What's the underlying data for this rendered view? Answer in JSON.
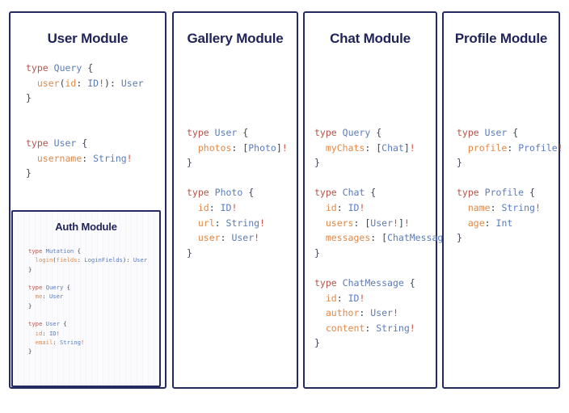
{
  "canvas": {
    "background": "#ffffff",
    "border_color": "#262a63",
    "title_color": "#1f2358"
  },
  "syntax_colors": {
    "keyword": "#b4564d",
    "type_name": "#5b7cba",
    "field_name": "#e0894a",
    "punctuation": "#3c4250",
    "non_null": "#cf4f44"
  },
  "cards": [
    {
      "id": "user",
      "title": "User Module",
      "code_lines": [
        "type Query {",
        "  user(id: ID!): User",
        "}",
        "",
        "",
        "type User {",
        "  username: String!",
        "}"
      ],
      "subcard": {
        "id": "auth",
        "title": "Auth Module",
        "code_lines": [
          "type Mutation {",
          "  login(fields: LoginFields): User",
          "}",
          "",
          "type Query {",
          "  me: User",
          "}",
          "",
          "type User {",
          "  id: ID!",
          "  email: String!",
          "}"
        ]
      }
    },
    {
      "id": "gallery",
      "title": "Gallery Module",
      "code_lines": [
        "type User {",
        "  photos: [Photo]!",
        "}",
        "",
        "type Photo {",
        "  id: ID!",
        "  url: String!",
        "  user: User!",
        "}"
      ]
    },
    {
      "id": "chat",
      "title": "Chat Module",
      "code_lines": [
        "type Query {",
        "  myChats: [Chat]!",
        "}",
        "",
        "type Chat {",
        "  id: ID!",
        "  users: [User!]!",
        "  messages: [ChatMessage]!",
        "}",
        "",
        "type ChatMessage {",
        "  id: ID!",
        "  author: User!",
        "  content: String!",
        "}"
      ]
    },
    {
      "id": "profile",
      "title": "Profile Module",
      "code_lines": [
        "type User {",
        "  profile: Profile!",
        "}",
        "",
        "type Profile {",
        "  name: String!",
        "  age: Int",
        "}"
      ]
    }
  ]
}
